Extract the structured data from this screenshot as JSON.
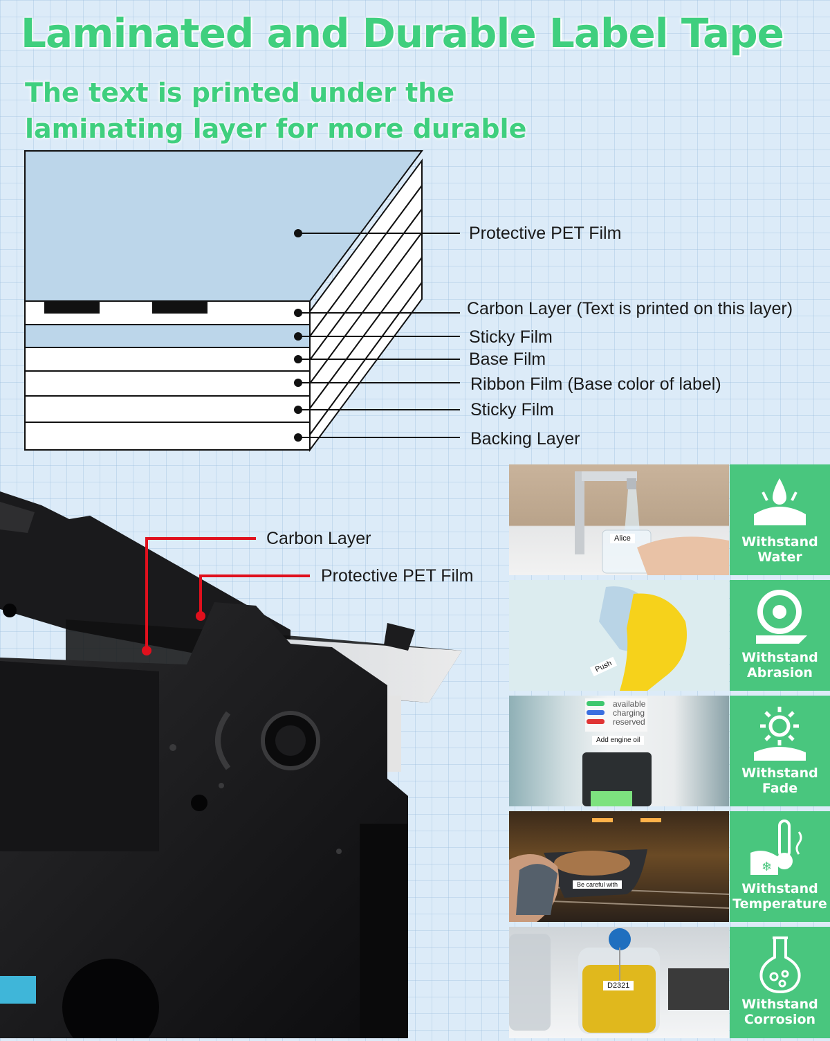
{
  "header": {
    "title": "Laminated and Durable Label Tape",
    "subtitle": "The text is printed under the laminating layer for more durable use"
  },
  "layers": [
    "Protective PET Film",
    "Carbon Layer (Text is printed on this layer)",
    "Sticky Film",
    "Base Film",
    "Ribbon Film (Base color of label)",
    "Sticky Film",
    "Backing Layer"
  ],
  "cassette_labels": {
    "carbon": "Carbon Layer",
    "pet": "Protective PET Film"
  },
  "photo_labels": {
    "water": "Alice",
    "abrasion": "Push",
    "fade_legend": [
      "available",
      "charging",
      "reserved"
    ],
    "fade_label": "Add engine oil",
    "temperature": "Be careful with",
    "corrosion": "D2321"
  },
  "features": [
    {
      "line1": "Withstand",
      "line2": "Water",
      "icon": "water-splash-icon"
    },
    {
      "line1": "Withstand",
      "line2": "Abrasion",
      "icon": "tape-roll-icon"
    },
    {
      "line1": "Withstand",
      "line2": "Fade",
      "icon": "sun-icon"
    },
    {
      "line1": "Withstand",
      "line2": "Temperature",
      "icon": "thermometer-icon"
    },
    {
      "line1": "Withstand",
      "line2": "Corrosion",
      "icon": "flask-icon"
    }
  ],
  "colors": {
    "accent_green": "#3fcf7e",
    "feature_green": "#49c67e",
    "film_blue": "#bcd6ea",
    "leader_red": "#e0101d"
  }
}
